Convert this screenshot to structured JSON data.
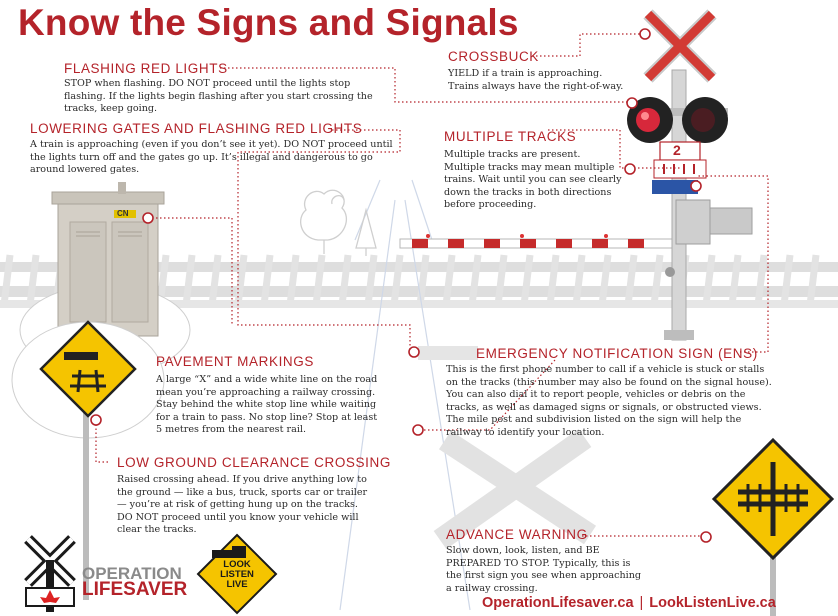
{
  "title": "Know the Signs and Signals",
  "sections": {
    "flashing": {
      "heading": "FLASHING RED LIGHTS",
      "body": "STOP when flashing. DO NOT proceed until the lights stop flashing. If the lights begin flashing after you start crossing the tracks, keep going."
    },
    "gates": {
      "heading": "LOWERING GATES AND FLASHING RED LIGHTS",
      "body": "A train is approaching (even if you don’t see it yet). DO NOT proceed until the lights turn off and the gates go up. It’s illegal and dangerous to go around lowered gates."
    },
    "crossbuck": {
      "heading": "CROSSBUCK",
      "body": "YIELD if a train is approaching. Trains always have the right-of-way."
    },
    "multiple": {
      "heading": "MULTIPLE TRACKS",
      "body": "Multiple tracks are present. Multiple tracks may mean multiple trains. Wait until you can see clearly down the tracks in both directions before proceeding."
    },
    "pavement": {
      "heading": "PAVEMENT MARKINGS",
      "body": "A large “X” and a wide white line on the road mean you’re approaching a railway crossing. Stay behind the white stop line while waiting for a train to pass. No stop line? Stop at least 5 metres from the nearest rail."
    },
    "ens": {
      "heading": "EMERGENCY NOTIFICATION SIGN (ENS)",
      "body": "This is the first phone number to call if a vehicle is stuck or stalls on the tracks (this number may also be found on the signal house). You can also dial it to report people, vehicles or debris on the tracks, as well as damaged signs or signals, or obstructed views. The mile post and subdivision listed on the sign will help the railway to identify your location."
    },
    "ground": {
      "heading": "LOW GROUND CLEARANCE CROSSING",
      "body": "Raised crossing ahead. If you drive anything low to the ground — like a bus, truck, sports car or trailer — you’re at risk of getting hung up on the tracks. DO NOT proceed until you know your vehicle will clear the tracks."
    },
    "advance": {
      "heading": "ADVANCE WARNING",
      "body": "Slow down, look, listen, and BE PREPARED TO STOP. Typically, this is the first sign you see when approaching a railway crossing."
    }
  },
  "signal_house_label": "CN",
  "track_count": "2",
  "logo": {
    "line1": "OPERATION",
    "line2": "LIFESAVER"
  },
  "badge": {
    "line1": "LOOK",
    "line2": "LISTEN",
    "line3": "LIVE"
  },
  "footer": {
    "site1": "OperationLifesaver.ca",
    "separator": "|",
    "site2": "LookListenLive.ca"
  },
  "colors": {
    "brand_red": "#b4232a",
    "sign_yellow": "#f5c400",
    "track_gray": "#d9d9d9",
    "signal_gray": "#c9c9c9"
  }
}
